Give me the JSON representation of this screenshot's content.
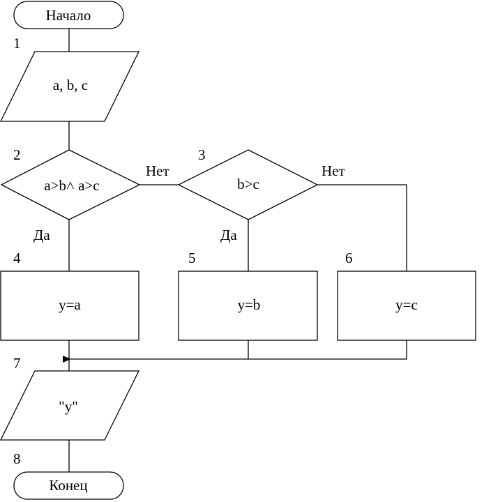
{
  "nodes": {
    "start": {
      "label": "Начало"
    },
    "n1": {
      "number": "1",
      "label": "a, b, c"
    },
    "n2": {
      "number": "2",
      "label": "a>b˄ a>c"
    },
    "n3": {
      "number": "3",
      "label": "b>c"
    },
    "n4": {
      "number": "4",
      "label": "y=a"
    },
    "n5": {
      "number": "5",
      "label": "y=b"
    },
    "n6": {
      "number": "6",
      "label": "y=c"
    },
    "n7": {
      "number": "7",
      "label": "\"y\""
    },
    "n8": {
      "number": "8"
    },
    "end": {
      "label": "Конец"
    }
  },
  "edges": {
    "n2_no": "Нет",
    "n2_yes": "Да",
    "n3_no": "Нет",
    "n3_yes": "Да"
  }
}
